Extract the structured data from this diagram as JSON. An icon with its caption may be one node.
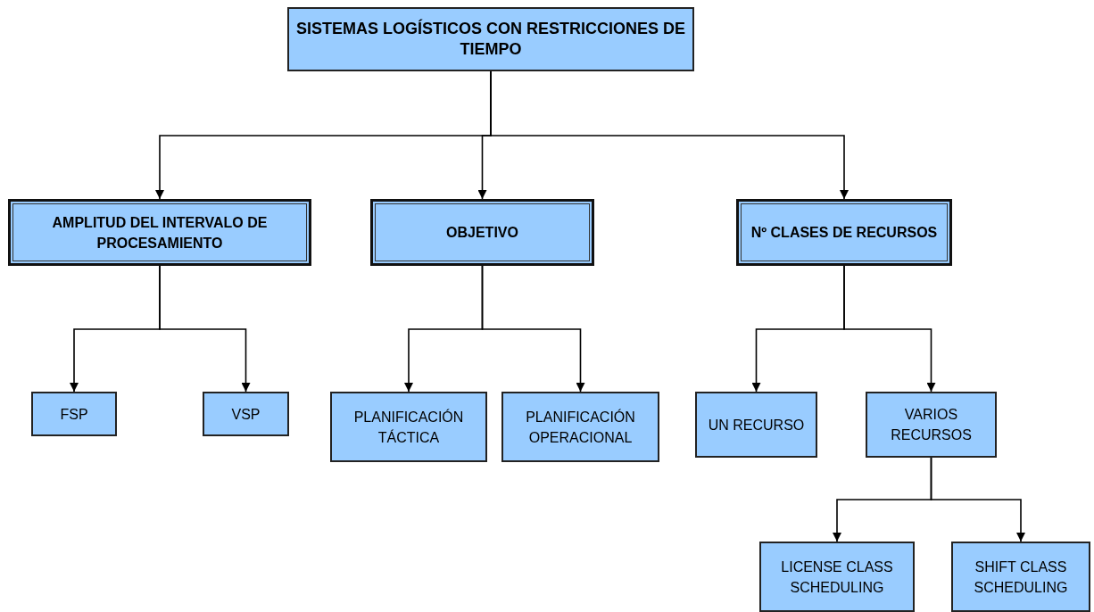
{
  "diagram": {
    "nodes": [
      {
        "text": [
          "SISTEMAS LOGÍSTICOS CON RESTRICCIONES DE TIEMPO"
        ]
      },
      {
        "text": [
          "AMPLITUD DEL INTERVALO DE PROCESAMIENTO"
        ]
      },
      {
        "text": [
          "OBJETIVO"
        ]
      },
      {
        "text": [
          "Nº CLASES DE RECURSOS"
        ]
      },
      {
        "text": [
          "FSP"
        ]
      },
      {
        "text": [
          "VSP"
        ]
      },
      {
        "text": [
          "PLANIFICACIÓN TÁCTICA"
        ]
      },
      {
        "text": [
          "PLANIFICACIÓN OPERACIONAL"
        ]
      },
      {
        "text": [
          "UN RECURSO"
        ]
      },
      {
        "text": [
          "VARIOS RECURSOS"
        ]
      },
      {
        "text": [
          "LICENSE CLASS SCHEDULING"
        ]
      },
      {
        "text": [
          "SHIFT CLASS SCHEDULING"
        ]
      }
    ],
    "edges": [
      {
        "from": 0,
        "to": 1,
        "arrow": "to"
      },
      {
        "from": 0,
        "to": 2,
        "arrow": "to"
      },
      {
        "from": 0,
        "to": 3,
        "arrow": "to"
      },
      {
        "from": 1,
        "to": 4,
        "arrow": "to"
      },
      {
        "from": 1,
        "to": 5,
        "arrow": "to"
      },
      {
        "from": 2,
        "to": 6,
        "arrow": "to"
      },
      {
        "from": 2,
        "to": 7,
        "arrow": "to"
      },
      {
        "from": 3,
        "to": 8,
        "arrow": "to"
      },
      {
        "from": 3,
        "to": 9,
        "arrow": "to"
      },
      {
        "from": 9,
        "to": 10,
        "arrow": "to"
      },
      {
        "from": 9,
        "to": 11,
        "arrow": "to"
      }
    ]
  }
}
